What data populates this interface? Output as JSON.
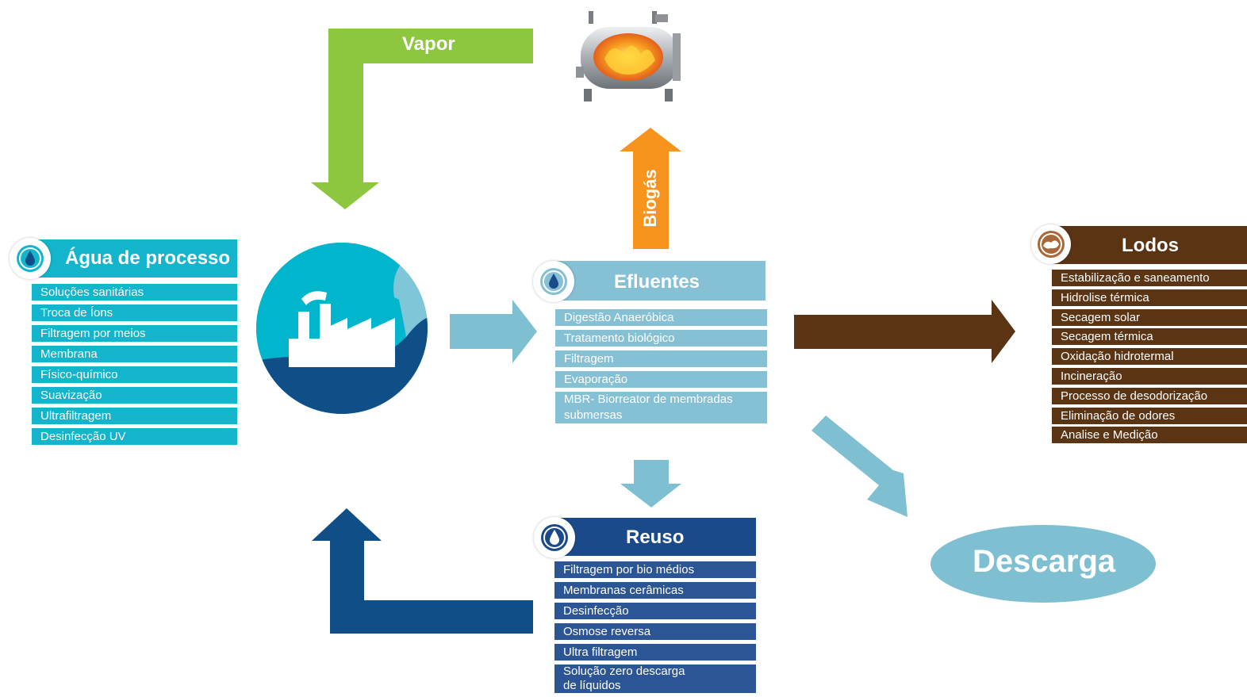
{
  "colors": {
    "process_water": "#12b5cb",
    "effluent": "#86c0d4",
    "reuse": "#1b4a8a",
    "sludge": "#5b3414",
    "steam": "#8dc63f",
    "biogas": "#f7941d",
    "discharge": "#7fbfd2"
  },
  "arrows": {
    "vapor": "Vapor",
    "biogas": "Biogás"
  },
  "agua": {
    "title": "Água de processo",
    "icon": "water-drop-icon",
    "items": [
      "Soluções sanitárias",
      "Troca de Íons",
      "Filtragem por meios",
      "Membrana",
      "Físico-químico",
      "Suavização",
      "Ultrafiltragem",
      "Desinfecção UV"
    ]
  },
  "efluentes": {
    "title": "Efluentes",
    "icon": "water-drop-icon",
    "items": [
      "Digestão Anaeróbica",
      "Tratamento biológico",
      "Filtragem",
      "Evaporação",
      "MBR- Biorreator de membradas submersas"
    ]
  },
  "reuso": {
    "title": "Reuso",
    "icon": "water-drop-icon",
    "items": [
      "Filtragem por bio médios",
      "Membranas cerâmicas",
      "Desinfecção",
      "Osmose reversa",
      "Ultra filtragem",
      "Solução zero descarga de líquidos"
    ]
  },
  "lodos": {
    "title": "Lodos",
    "icon": "sludge-icon",
    "items": [
      "Estabilização e saneamento",
      "Hidrolise térmica",
      "Secagem solar",
      "Secagem térmica",
      "Oxidação hidrotermal",
      "Incineração",
      "Processo de desodorização",
      "Eliminação de odores",
      "Analise e Medição"
    ]
  },
  "descarga": "Descarga",
  "images": {
    "boiler": "boiler-icon",
    "factory": "factory-icon"
  }
}
